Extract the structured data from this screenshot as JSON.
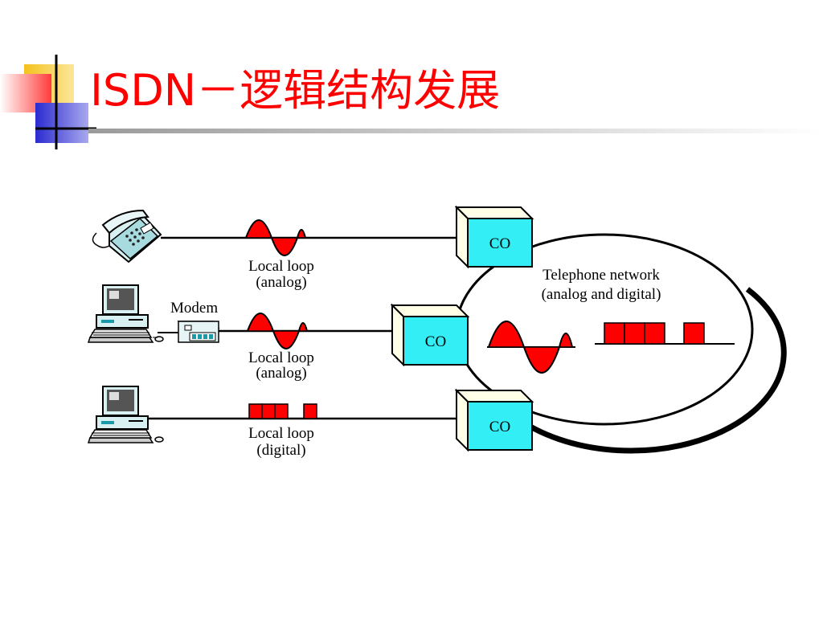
{
  "title": "ISDN－逻辑结构发展",
  "diagram": {
    "loop1": {
      "line1": "Local loop",
      "line2": "(analog)"
    },
    "loop2": {
      "line1": "Local loop",
      "line2": "(analog)"
    },
    "loop3": {
      "line1": "Local loop",
      "line2": "(digital)"
    },
    "modem_label": "Modem",
    "co1": "CO",
    "co2": "CO",
    "co3": "CO",
    "network": {
      "line1": "Telephone network",
      "line2": "(analog and digital)"
    }
  },
  "colors": {
    "title": "#ff0000",
    "co_box": "#33eef5",
    "signal": "#ff0000",
    "deco_yellow": "#f6d33c",
    "deco_blue": "#3333cc",
    "deco_red": "#ff4d4d"
  }
}
